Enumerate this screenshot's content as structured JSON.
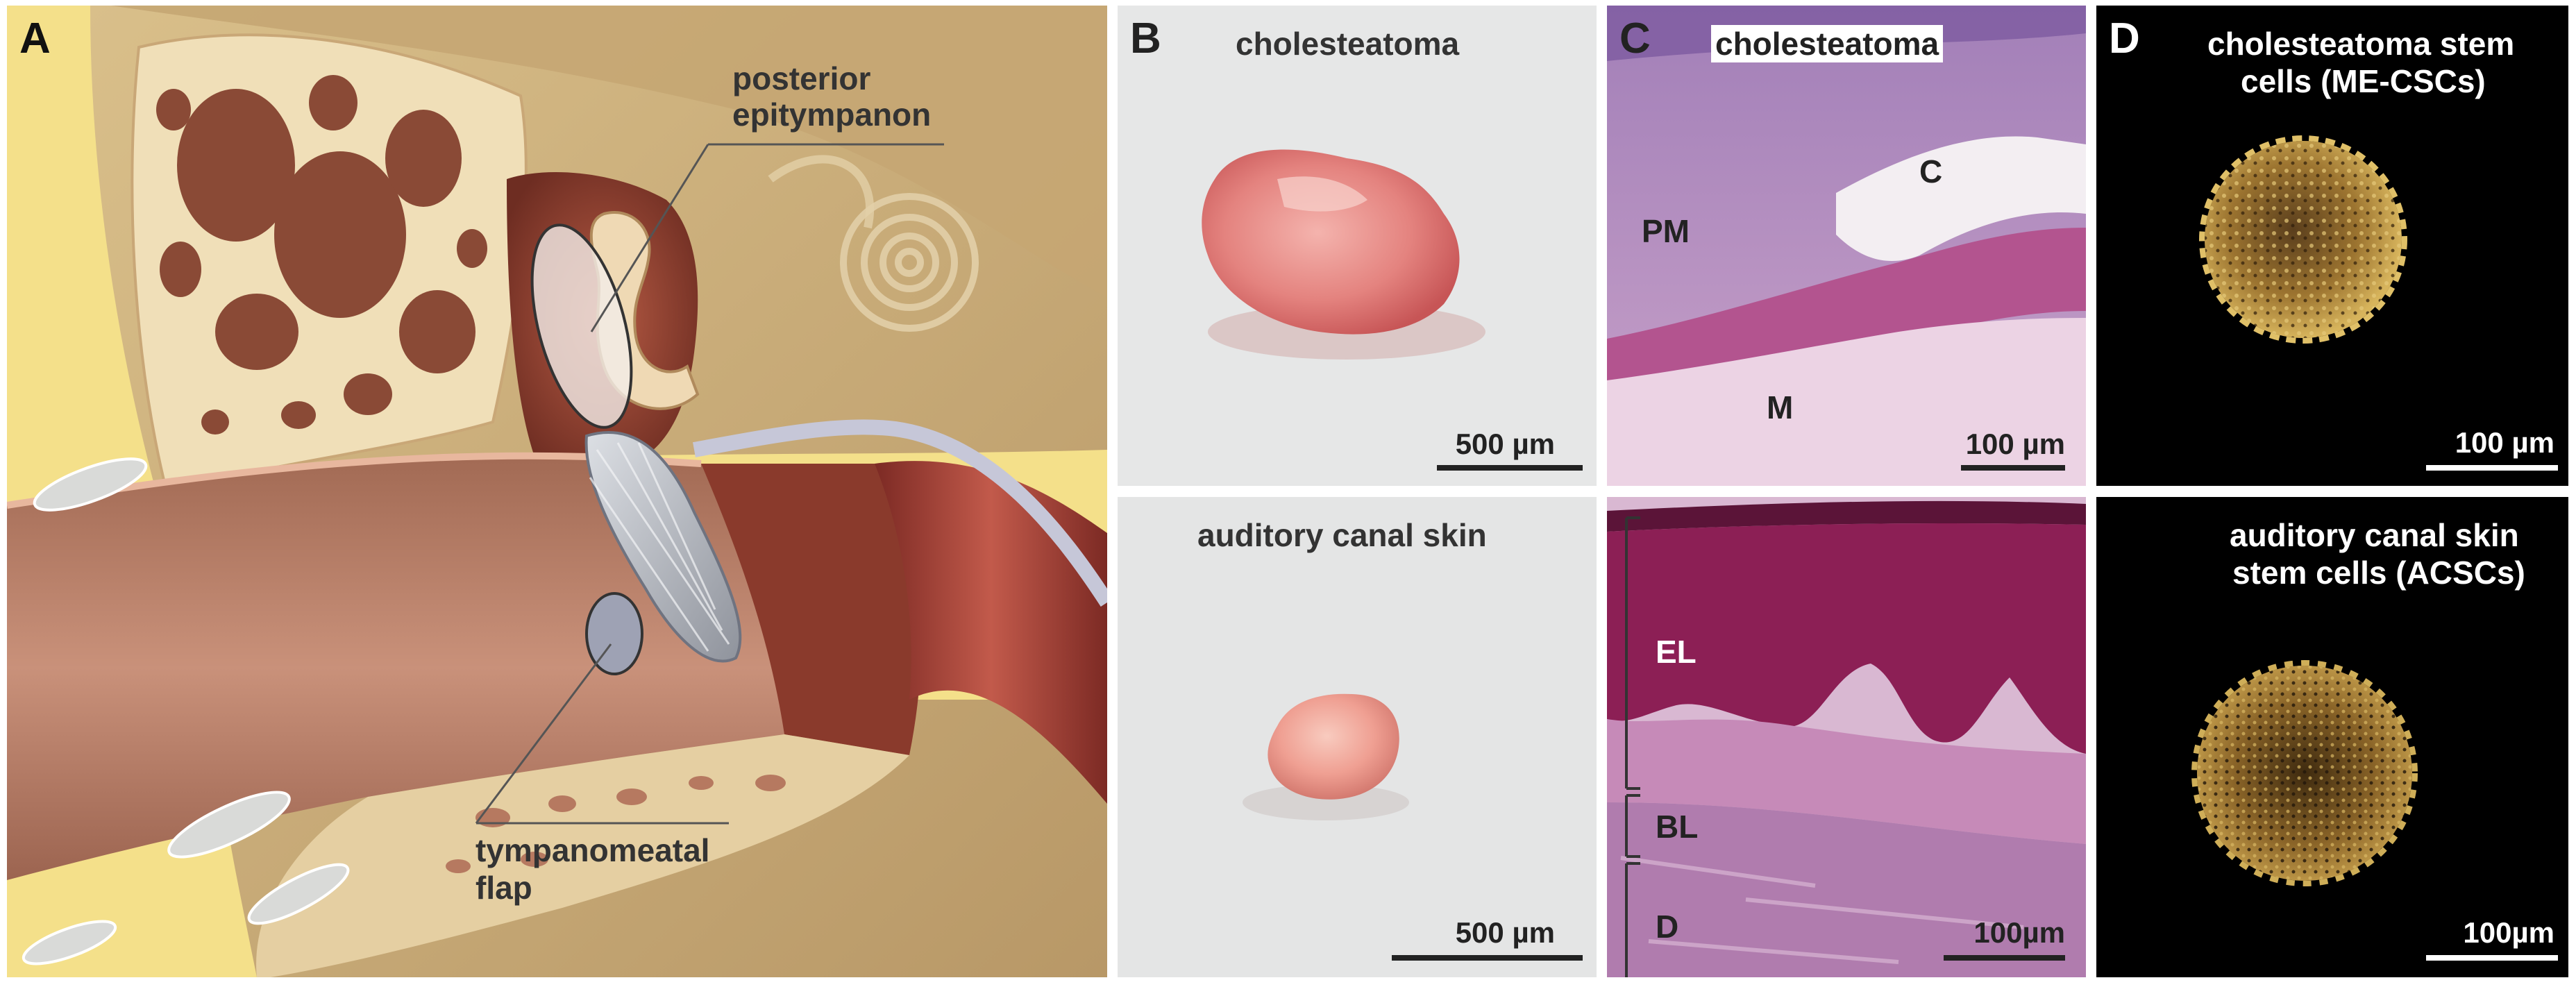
{
  "panels": {
    "A": {
      "letter": "A",
      "posterior_label_line1": "posterior",
      "posterior_label_line2": "epitympanon",
      "flap_label_line1": "tympanomeatal",
      "flap_label_line2": "flap"
    },
    "B": {
      "letter": "B",
      "top_title": "cholesteatoma",
      "top_scale": "500 µm",
      "bottom_title": "auditory canal skin",
      "bottom_scale": "500 µm"
    },
    "C": {
      "letter": "C",
      "top_title": "cholesteatoma",
      "label_pm": "PM",
      "label_c": "C",
      "label_m": "M",
      "top_scale": "100 µm",
      "label_el": "EL",
      "label_bl": "BL",
      "label_d": "D",
      "bottom_scale": "100µm"
    },
    "D": {
      "letter": "D",
      "top_title_line1": "cholesteatoma stem",
      "top_title_line2": "cells (ME-CSCs)",
      "top_scale": "100 µm",
      "bottom_title_line1": "auditory canal skin",
      "bottom_title_line2": "stem cells (ACSCs)",
      "bottom_scale": "100µm"
    }
  },
  "colors": {
    "bone": "#e9d6ad",
    "canal_skin": "#b07a63",
    "outer_skin": "#f4e08a",
    "photo_bg": "#e5e6e6",
    "tissue_pink": "#e6787a",
    "he_purple": "#8a5d9e",
    "he_pink": "#e2bfd9",
    "he_epidermis": "#8c1f55",
    "spheroid_gold": "#b38a3a"
  }
}
